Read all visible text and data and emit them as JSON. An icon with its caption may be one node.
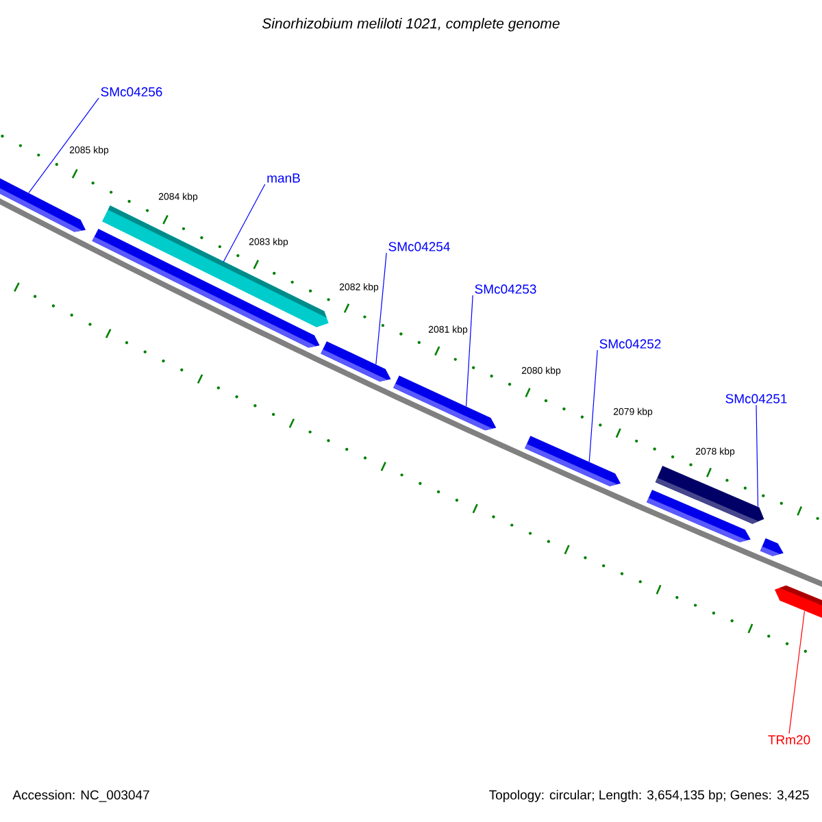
{
  "diagram": {
    "title": "Sinorhizobium meliloti 1021, complete genome",
    "nodes": [
      {
        "text": [
          "SMc04256"
        ]
      },
      {
        "text": [
          "manB"
        ]
      },
      {
        "text": [
          "SMc04254"
        ]
      },
      {
        "text": [
          "SMc04253"
        ]
      },
      {
        "text": [
          "SMc04252"
        ]
      },
      {
        "text": [
          "SMc04251"
        ]
      },
      {
        "text": [
          "TRm20"
        ]
      },
      {
        "text": [],
        "shape": "bar"
      },
      {
        "text": [],
        "shape": "bar"
      },
      {
        "text": [],
        "shape": "bar"
      },
      {
        "text": [],
        "shape": "bar"
      },
      {
        "text": [],
        "shape": "bar"
      },
      {
        "text": [],
        "shape": "bar"
      },
      {
        "text": [],
        "shape": "bar"
      },
      {
        "text": [],
        "shape": "bar"
      },
      {
        "text": [],
        "shape": "bar"
      },
      {
        "text": [],
        "shape": "bar"
      }
    ],
    "edges": [
      {
        "from": 0,
        "to": 7,
        "arrow": "none"
      },
      {
        "from": 1,
        "to": 9,
        "arrow": "none"
      },
      {
        "from": 2,
        "to": 10,
        "arrow": "none"
      },
      {
        "from": 3,
        "to": 11,
        "arrow": "none"
      },
      {
        "from": 4,
        "to": 12,
        "arrow": "none"
      },
      {
        "from": 5,
        "to": 14,
        "arrow": "none"
      },
      {
        "from": 6,
        "to": 16,
        "arrow": "none",
        "color": "#ff0000"
      }
    ],
    "labels": [
      "2085 kbp",
      "2084 kbp",
      "2083 kbp",
      "2082 kbp",
      "2081 kbp",
      "2080 kbp",
      "2079 kbp",
      "2078 kbp",
      "Accession: NC_003047",
      "Topology: circular; Length: 3,654,135 bp; Genes: 3,425"
    ]
  }
}
